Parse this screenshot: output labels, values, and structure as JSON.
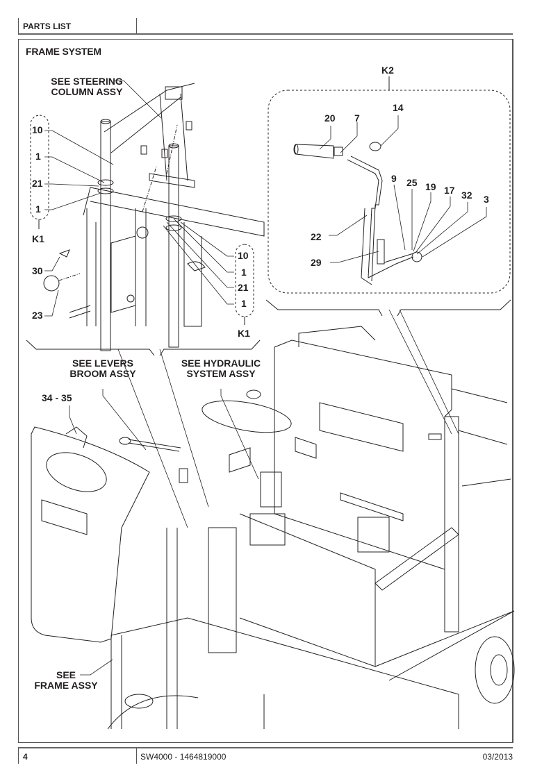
{
  "header": {
    "section": "PARTS LIST"
  },
  "figure": {
    "title": "FRAME SYSTEM",
    "callouts_refs": {
      "steering": [
        "SEE STEERING",
        "COLUMN ASSY"
      ],
      "levers": [
        "SEE LEVERS",
        "BROOM ASSY"
      ],
      "hydraulic": [
        "SEE HYDRAULIC",
        "SYSTEM ASSY"
      ],
      "frame": [
        "SEE",
        "FRAME ASSY"
      ]
    },
    "kit_k1_left": {
      "label": "K1",
      "items": [
        "10",
        "1",
        "21",
        "1"
      ]
    },
    "kit_k1_right": {
      "label": "K1",
      "items": [
        "10",
        "1",
        "21",
        "1"
      ]
    },
    "kit_k2": {
      "label": "K2",
      "items": [
        "20",
        "7",
        "14",
        "9",
        "25",
        "19",
        "17",
        "32",
        "3",
        "22",
        "29"
      ]
    },
    "loose_parts": [
      "30",
      "23",
      "34 - 35"
    ]
  },
  "footer": {
    "page": "4",
    "doc_ref": "SW4000 - 1464819000",
    "date": "03/2013"
  }
}
